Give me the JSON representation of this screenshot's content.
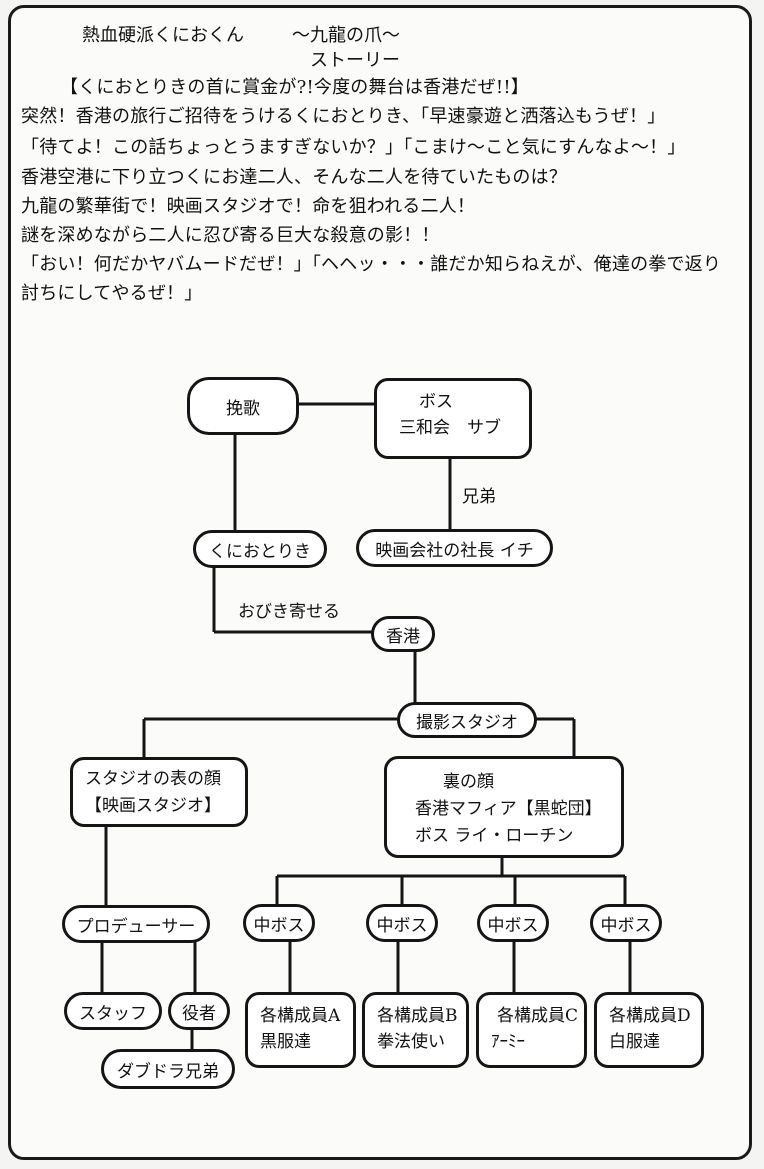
{
  "header": {
    "game_title": "熱血硬派くにおくん",
    "subtitle": "〜九龍の爪〜",
    "section": "ストーリー"
  },
  "story": {
    "headline": "【くにおとりきの首に賞金が?!今度の舞台は香港だぜ!!】",
    "lines": [
      "突然！香港の旅行ご招待をうけるくにおとりき、「早速豪遊と洒落込もうぜ！」",
      "「待てよ！この話ちょっとうますぎないか？」「こまけ〜こと気にすんなよ〜！」",
      "香港空港に下り立つくにお達二人、そんな二人を待ていたものは？",
      "九龍の繁華街で！映画スタジオで！命を狙われる二人！",
      "謎を深めながら二人に忍び寄る巨大な殺意の影！！",
      "「おい！何だかヤバムードだぜ！」「ヘヘッ・・・誰だか知らねえが、俺達の拳で返り",
      "討ちにしてやるぜ！」"
    ]
  },
  "diagram": {
    "nodes": {
      "bankabu": "挽歌",
      "boss_sanwakai": [
        "ボス",
        "三和会　サブ"
      ],
      "kunio_riki": "くにおとりき",
      "film_president": "映画会社の社長 イチ",
      "hongkong": "香港",
      "studio": "撮影スタジオ",
      "studio_front": [
        "スタジオの表の顔",
        "【映画スタジオ】"
      ],
      "ura_face": [
        "裏の顔",
        "香港マフィア【黒蛇団】",
        "ボス ライ・ローチン"
      ],
      "producer": "プロデューサー",
      "staff": "スタッフ",
      "actor": "役者",
      "double_dragon": "ダブドラ兄弟",
      "mid_bosses": [
        "中ボス",
        "中ボス",
        "中ボス",
        "中ボス"
      ],
      "members": [
        [
          "各構成員A",
          "黒服達"
        ],
        [
          "各構成員B",
          "拳法使い"
        ],
        [
          "各構成員C",
          "ｱｰﾐｰ"
        ],
        [
          "各構成員D",
          "白服達"
        ]
      ]
    },
    "edge_labels": {
      "brothers": "兄弟",
      "lure": "おびき寄せる"
    }
  }
}
